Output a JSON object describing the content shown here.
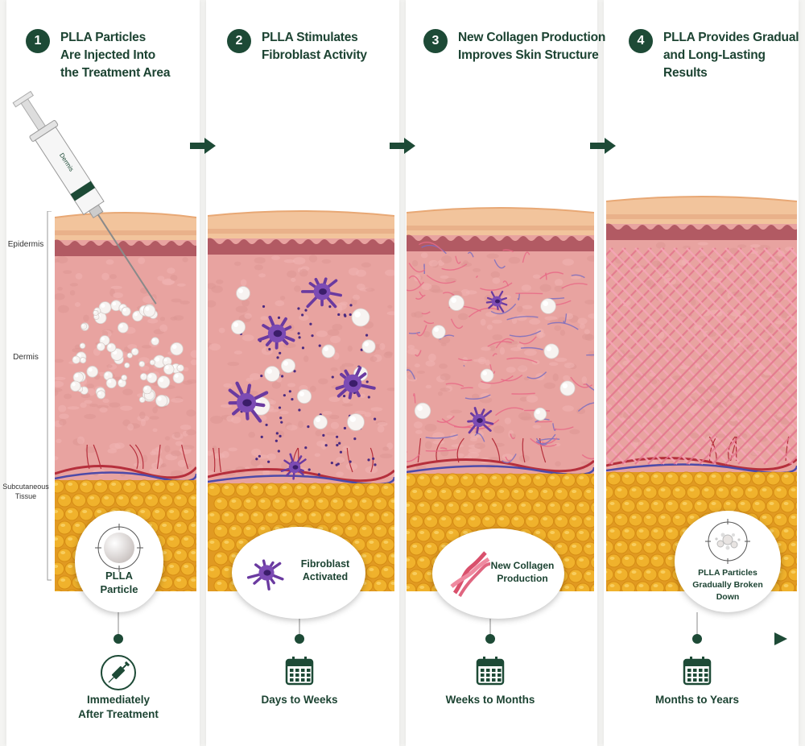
{
  "steps": [
    {
      "number": "1",
      "title": "PLLA Particles\nAre Injected Into\nthe Treatment Area",
      "callout": "PLLA\nParticle",
      "time": "Immediately\nAfter Treatment"
    },
    {
      "number": "2",
      "title": "PLLA Stimulates\nFibroblast Activity",
      "callout": "Fibroblast\nActivated",
      "time": "Days to Weeks"
    },
    {
      "number": "3",
      "title": "New Collagen Production\nImproves Skin Structure",
      "callout": "New Collagen\nProduction",
      "time": "Weeks to Months"
    },
    {
      "number": "4",
      "title": "PLLA Provides Gradual\nand Long-Lasting\nResults",
      "callout": "PLLA Particles\nGradually Broken\nDown",
      "time": "Months to Years"
    }
  ],
  "layers": {
    "epidermis": "Epidermis",
    "dermis": "Dermis",
    "subcutaneous": "Subcutaneous\nTissue"
  },
  "syringe_label": "Dermis",
  "colors": {
    "accent": "#1d4a36",
    "epidermis": "#f2c49c",
    "dermis": "#e8a3a0",
    "fat": "#f0b22c",
    "fibroblast": "#6a3aa0",
    "collagen": "#e86a86"
  }
}
